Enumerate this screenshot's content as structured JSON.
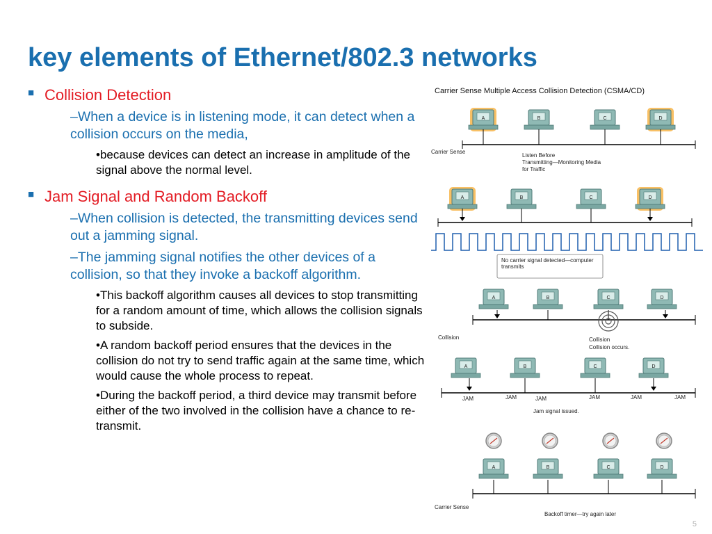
{
  "title": "key elements of Ethernet/802.3 networks",
  "bullets": [
    {
      "heading": "Collision Detection",
      "items": [
        {
          "level": 2,
          "text": "–When a device is in listening mode, it can detect when a collision occurs on the media,"
        },
        {
          "level": 3,
          "text": "•because devices can detect an increase in amplitude of the signal above the normal level."
        }
      ]
    },
    {
      "heading": "Jam Signal and Random Backoff",
      "items": [
        {
          "level": 2,
          "text": "–When collision is detected, the transmitting devices send out a jamming signal."
        },
        {
          "level": 2,
          "text": "–The jamming signal notifies the other devices of a collision, so that they invoke a backoff algorithm."
        },
        {
          "level": 3,
          "text": "•This backoff algorithm causes all devices to stop transmitting for a random amount of time, which allows the collision signals to subside."
        },
        {
          "level": 3,
          "text": "•A random backoff period ensures that the devices in the collision do not try to send traffic again at the same time, which would cause the whole process to repeat."
        },
        {
          "level": 3,
          "text": "•During the backoff period, a third device may transmit before either of the two involved in the collision have a chance to re-transmit."
        }
      ]
    }
  ],
  "diagram": {
    "title": "Carrier Sense Multiple Access Collision Detection (CSMA/CD)",
    "device_labels": [
      "A",
      "B",
      "C",
      "D"
    ],
    "carrier_sense": "Carrier Sense",
    "listen_line1": "Listen Before",
    "listen_line2": "Transmitting—Monitoring Media",
    "listen_line3": "for Traffic",
    "no_carrier_line1": "No carrier signal detected—computer",
    "no_carrier_line2": "transmits",
    "collision": "Collision",
    "collision_center": "Collision",
    "collision_occurs": "Collision occurs.",
    "jam": "JAM",
    "jam_issued": "Jam signal issued.",
    "carrier_sense_bottom": "Carrier Sense",
    "backoff_timer": "Backoff timer—try again later"
  },
  "page_number": "5"
}
